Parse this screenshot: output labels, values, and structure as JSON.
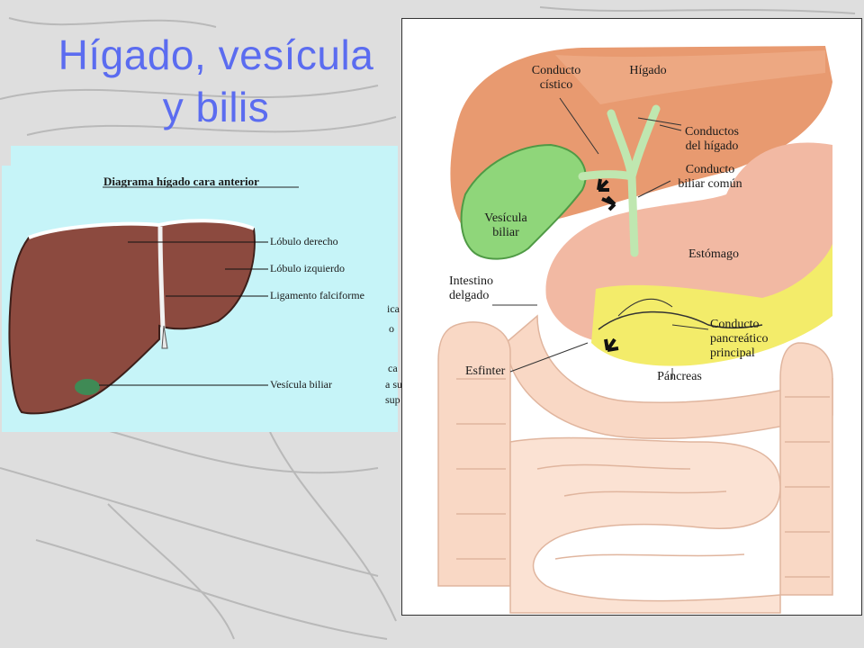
{
  "slide": {
    "title_line1": "Hígado, vesícula",
    "title_line2": "y bilis"
  },
  "liver_diagram": {
    "heading": "Diagrama hígado cara anterior",
    "labels": {
      "right_lobe": "Lóbulo derecho",
      "left_lobe": "Lóbulo izquierdo",
      "falciform": "Ligamento falciforme",
      "gallbladder": "Vesícula biliar"
    },
    "colors": {
      "panel": "#c6f4f8",
      "liver": "#8c4a3f",
      "gallbladder": "#3f8a55"
    }
  },
  "anatomy_diagram": {
    "labels": {
      "cystic_duct": "Conducto\ncístico",
      "liver": "Hígado",
      "hepatic_ducts": "Conductos\ndel hígado",
      "common_bile_duct": "Conducto\nbiliar común",
      "gallbladder": "Vesícula\nbiliar",
      "stomach": "Estómago",
      "small_intestine": "Intestino\ndelgado",
      "pancreatic_duct": "Conducto\npancreático\nprincipal",
      "sphincter": "Esfinter",
      "pancreas": "Páncreas"
    },
    "colors": {
      "liver": "#e89a70",
      "gallbladder": "#8fd67a",
      "stomach": "#f2b9a3",
      "pancreas": "#f3ec6a",
      "intestine": "#f9d8c5"
    }
  },
  "side_fragments": [
    "ica",
    "o",
    "ca",
    "a su",
    "sup"
  ],
  "accent_color": "#5b6cf0"
}
